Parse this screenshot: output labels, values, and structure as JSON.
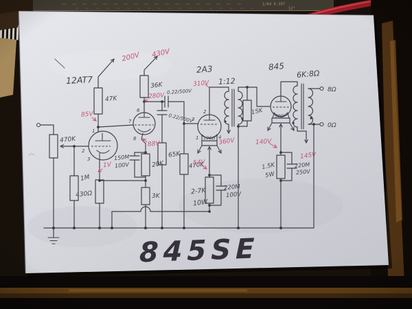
{
  "scene": {
    "marker_title": "845SE",
    "bench": {
      "ruler_values_1": "1/64  0.397",
      "ruler_values_2": "12°"
    },
    "colors": {
      "ink": "#43404a",
      "red_annotation": "#c25672",
      "paper": "#dadbe0",
      "marker_text": "#2a2733",
      "cable_red": "#9e1b26",
      "rust": "#5a3a18"
    }
  },
  "schematic": {
    "stage1": {
      "tube": "12AT7",
      "plate_resistor": "47K",
      "volume_pot": "470K",
      "grid_resistor": "1M",
      "cathode_resistor": "430Ω",
      "pins": [
        "1",
        "2",
        "3"
      ],
      "v_supply": "200V",
      "v_plate": "85V",
      "v_cathode": "1V"
    },
    "stage2": {
      "plate_resistor": "36K",
      "coupling_cap_top": "0.22/500V",
      "coupling_cap_side": "0.22/500V",
      "load_resistor": "65K",
      "bypass_cap": "150M",
      "bypass_cap_v": "100V",
      "cathode_resistor_upper": "20K",
      "cathode_resistor_lower": "3K",
      "pins": [
        "6",
        "7",
        "8"
      ],
      "v_supply": "430V",
      "v_plate": "280V",
      "v_cathode": "88V"
    },
    "stage3": {
      "tube": "2A3",
      "interstage_ratio": "1:12",
      "secondary_resistor": "15K",
      "grid_resistor": "470K",
      "hum_pot": "100Ω",
      "cathode_resistor": "2-7K",
      "cathode_resistor_power": "10W",
      "cathode_cap": "220M",
      "cathode_cap_v": "100V",
      "pins": [
        "2",
        "3",
        "1",
        "4"
      ],
      "v_plate": "310V",
      "v_supply": "360V",
      "v_cathode": "54V"
    },
    "stage4": {
      "tube": "845",
      "output_transformer": "6K:8Ω",
      "hum_pot": "50Ω",
      "cathode_resistor": "1.5K",
      "cathode_resistor_power": "5W",
      "cathode_cap": "220M",
      "cathode_cap_v": "250V",
      "tap_8": "8Ω",
      "tap_0": "0Ω",
      "v_cathode": "140V",
      "v_point": "145V"
    }
  }
}
